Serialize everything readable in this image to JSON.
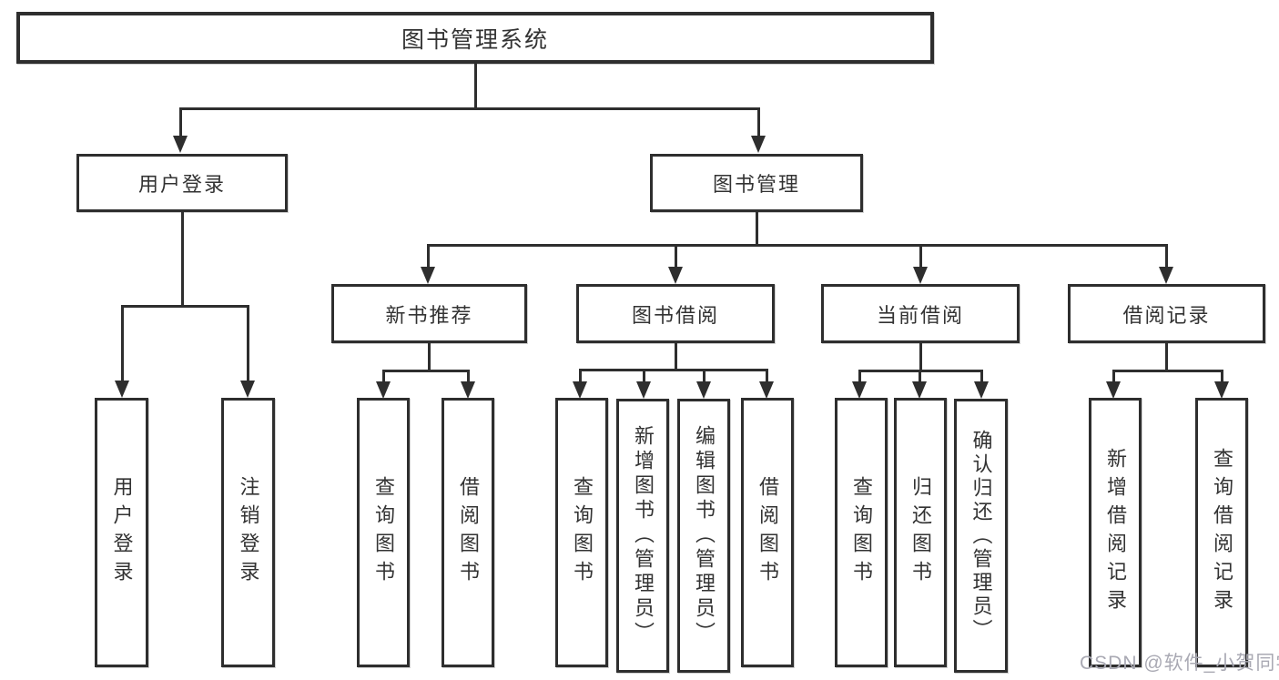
{
  "diagram": {
    "type": "hierarchy-tree",
    "line_color": "#2e2e2e",
    "box_background": "#ffffff",
    "text_color": "#333333",
    "tree": {
      "label": "图书管理系统",
      "children": [
        {
          "label": "用户登录",
          "children": [
            {
              "label": "用户登录"
            },
            {
              "label": "注销登录"
            }
          ]
        },
        {
          "label": "图书管理",
          "children": [
            {
              "label": "新书推荐",
              "children": [
                {
                  "label": "查询图书"
                },
                {
                  "label": "借阅图书"
                }
              ]
            },
            {
              "label": "图书借阅",
              "children": [
                {
                  "label": "查询图书"
                },
                {
                  "label": "新增图书（管理员）"
                },
                {
                  "label": "编辑图书（管理员）"
                },
                {
                  "label": "借阅图书"
                }
              ]
            },
            {
              "label": "当前借阅",
              "children": [
                {
                  "label": "查询图书"
                },
                {
                  "label": "归还图书"
                },
                {
                  "label": "确认归还（管理员）"
                }
              ]
            },
            {
              "label": "借阅记录",
              "children": [
                {
                  "label": "新增借阅记录"
                },
                {
                  "label": "查询借阅记录"
                }
              ]
            }
          ]
        }
      ]
    }
  },
  "watermark": {
    "text": "CSDN @软件_小贺同学",
    "color": "#a9a9b3"
  }
}
